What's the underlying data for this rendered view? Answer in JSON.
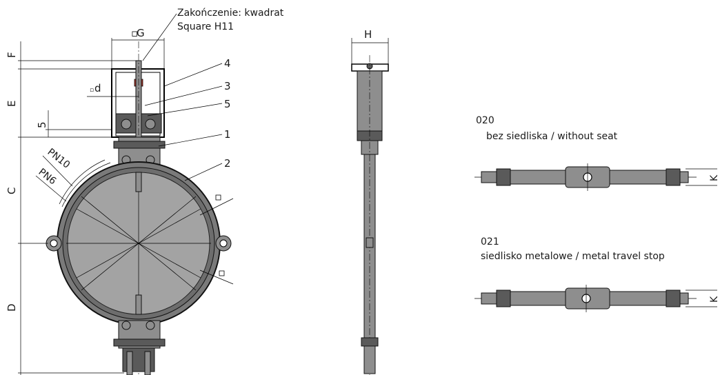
{
  "labels": {
    "G": "G",
    "termination": "Zakończenie: kwadrat",
    "square": "Square H11",
    "d": "d",
    "F": "F",
    "E": "E",
    "five_dim": "5",
    "C": "C",
    "D": "D",
    "pn10": "PN10",
    "pn6": "PN6",
    "H": "H",
    "K1": "K",
    "K2": "K"
  },
  "callouts": [
    "4",
    "3",
    "5",
    "1",
    "2"
  ],
  "variants": [
    {
      "code": "020",
      "desc": "bez siedliska / without seat"
    },
    {
      "code": "021",
      "desc": "siedlisko metalowe / metal travel stop"
    }
  ]
}
